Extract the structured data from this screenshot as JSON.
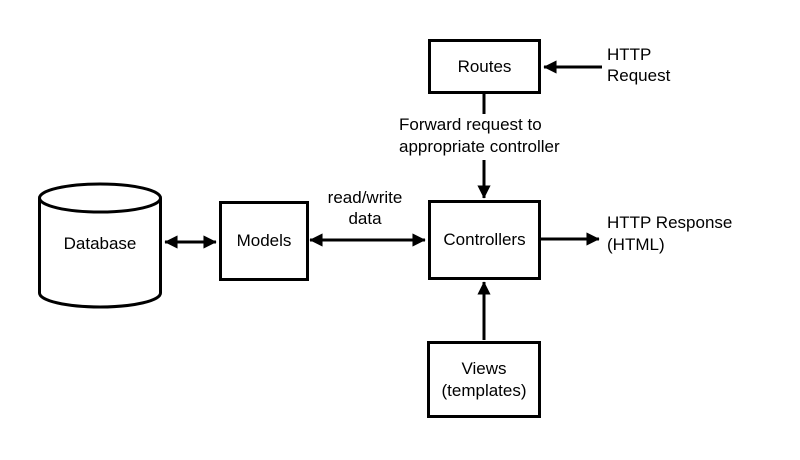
{
  "diagram": {
    "type": "flow-diagram",
    "subject": "MVC web framework request/response architecture",
    "colors": {
      "stroke": "#000000",
      "background": "#ffffff",
      "text": "#000000"
    },
    "nodes": {
      "routes": {
        "label": "Routes",
        "shape": "rectangle"
      },
      "controllers": {
        "label": "Controllers",
        "shape": "rectangle"
      },
      "models": {
        "label": "Models",
        "shape": "rectangle"
      },
      "views": {
        "label": "Views\n(templates)",
        "shape": "rectangle"
      },
      "database": {
        "label": "Database",
        "shape": "cylinder"
      }
    },
    "labels": {
      "http_request": "HTTP\nRequest",
      "forward": "Forward request to\nappropriate controller",
      "read_write": "read/write\ndata",
      "http_response": "HTTP Response\n(HTML)"
    },
    "edges": [
      {
        "from": "HTTP Request",
        "to": "Routes",
        "type": "arrow"
      },
      {
        "from": "Routes",
        "to": "Controllers",
        "type": "arrow",
        "label": "Forward request to appropriate controller"
      },
      {
        "from": "Database",
        "to": "Models",
        "type": "double-arrow"
      },
      {
        "from": "Models",
        "to": "Controllers",
        "type": "double-arrow",
        "label": "read/write data"
      },
      {
        "from": "Controllers",
        "to": "HTTP Response (HTML)",
        "type": "arrow"
      },
      {
        "from": "Views",
        "to": "Controllers",
        "type": "arrow"
      }
    ]
  }
}
